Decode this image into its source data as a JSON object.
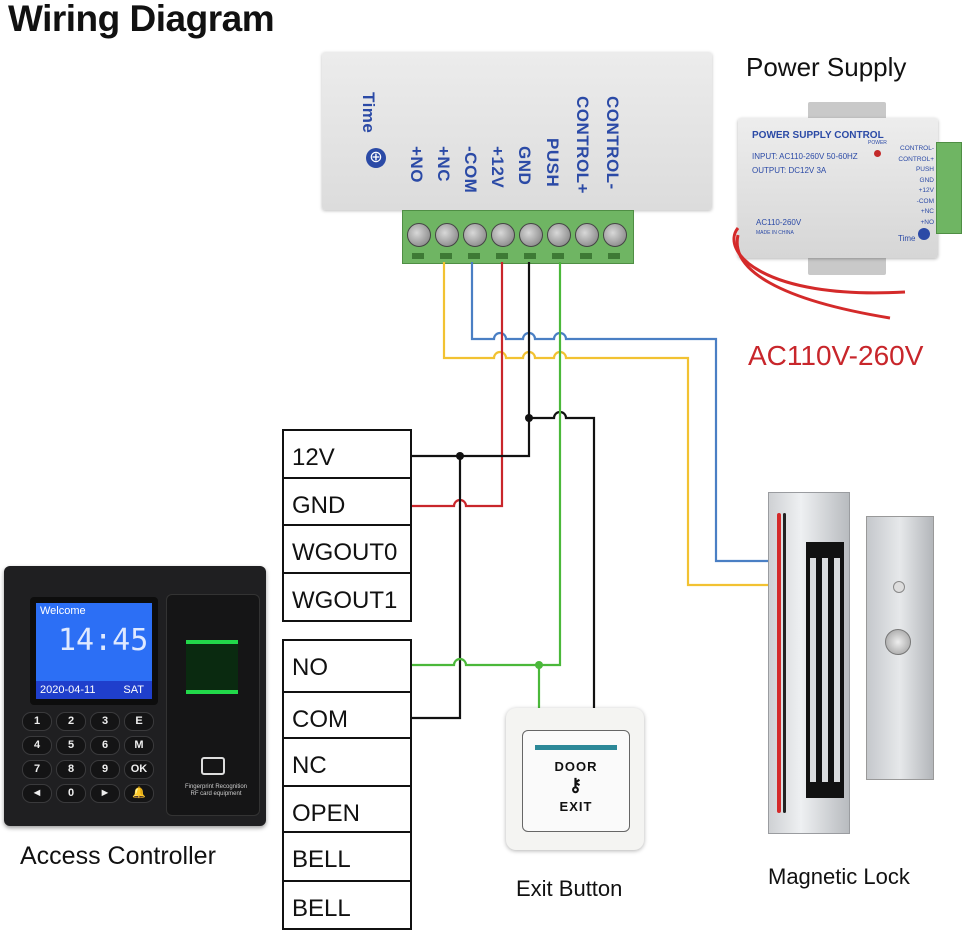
{
  "title": "Wiring Diagram",
  "relay_module": {
    "knob_label": "Time",
    "terminals": [
      "+NO",
      "+NC",
      "-COM",
      "+12V",
      "GND",
      "PUSH",
      "CONTROL+",
      "CONTROL-"
    ]
  },
  "power_supply": {
    "heading": "Power Supply",
    "panel_title": "POWER SUPPLY CONTROL",
    "input": "INPUT: AC110-260V 50-60HZ",
    "output": "OUTPUT: DC12V  3A",
    "power_led": "POWER",
    "bottom_label": "AC110-260V",
    "made_in": "MADE IN CHINA",
    "time_label": "Time",
    "terminals": [
      "CONTROL-",
      "CONTROL+",
      "PUSH",
      "GND",
      "+12V",
      "-COM",
      "+NC",
      "+NO"
    ],
    "ac_input_label": "AC110V-260V"
  },
  "controller": {
    "name": "Access Controller",
    "terminal_block_1": [
      "12V",
      "GND",
      "WGOUT0",
      "WGOUT1"
    ],
    "terminal_block_2": [
      "NO",
      "COM",
      "NC",
      "OPEN",
      "BELL",
      "BELL"
    ],
    "screen": {
      "welcome": "Welcome",
      "time": "14:45",
      "date": "2020-04-11",
      "day": "SAT"
    },
    "keypad": [
      "1",
      "2",
      "3",
      "E",
      "4",
      "5",
      "6",
      "M",
      "7",
      "8",
      "9",
      "OK",
      "◄",
      "0",
      "►",
      "🔔"
    ],
    "note_line1": "Fingerprint Recognition",
    "note_line2": "RF card equipment"
  },
  "exit_button": {
    "name": "Exit Button",
    "top_text": "DOOR",
    "bottom_text": "EXIT",
    "icon": "key-icon"
  },
  "magnetic_lock": {
    "name": "Magnetic Lock"
  },
  "wire_colors": {
    "yellow": "#f2c232",
    "blue": "#4a7fc4",
    "red": "#c9262b",
    "black": "#111111",
    "green": "#4bb83a"
  }
}
